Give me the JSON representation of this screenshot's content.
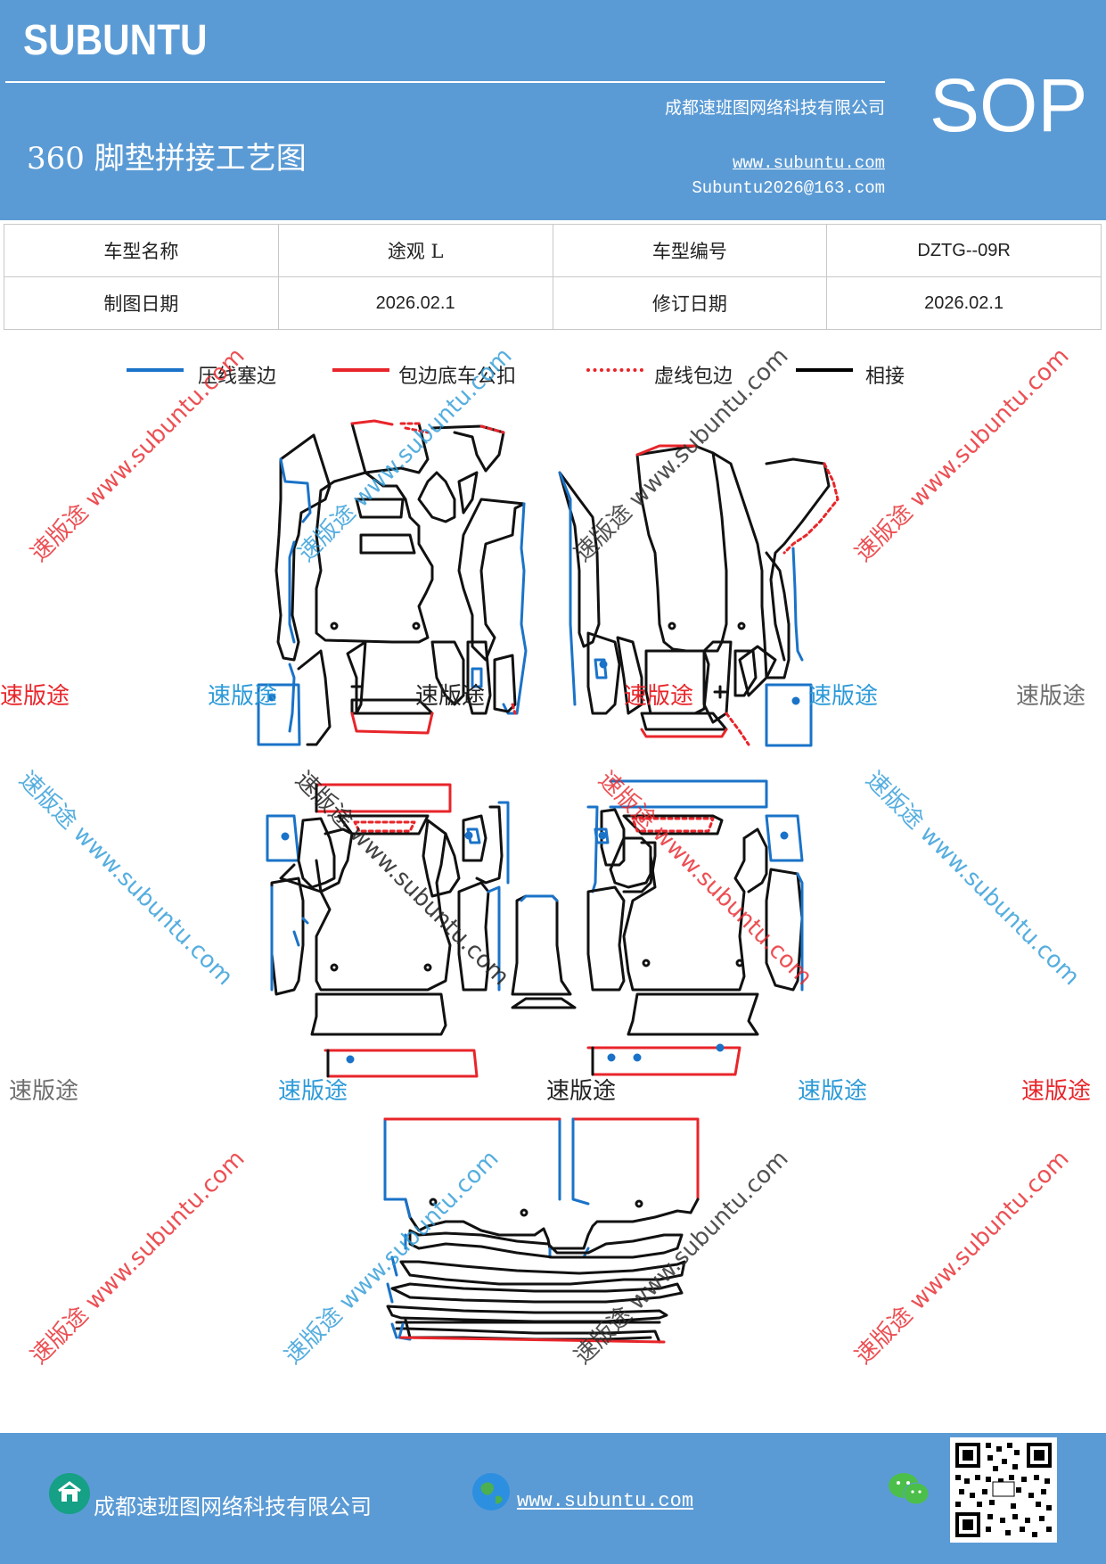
{
  "header": {
    "brand": "SUBUNTU",
    "sop": "SOP",
    "company": "成都速班图网络科技有限公司",
    "title": "360 脚垫拼接工艺图",
    "website": "www.subuntu.com",
    "email": "Subuntu2026@163.com"
  },
  "info_table": {
    "row1": [
      "车型名称",
      "途观 L",
      "车型编号",
      "DZTG--09R"
    ],
    "row2": [
      "制图日期",
      "2026.02.1",
      "修订日期",
      "2026.02.1"
    ]
  },
  "legend": [
    {
      "label": "压线塞边",
      "color": "#1a73c8",
      "style": "solid"
    },
    {
      "label": "包边底车公扣",
      "color": "#e8252a",
      "style": "solid"
    },
    {
      "label": "虚线包边",
      "color": "#e8252a",
      "style": "dotted"
    },
    {
      "label": "相接",
      "color": "#000000",
      "style": "solid"
    }
  ],
  "watermarks": {
    "brand_cn": "速版途",
    "diag": "速版途 www.subuntu.com",
    "url": "www.subuntu.com"
  },
  "footer": {
    "company": "成都速班图网络科技有限公司",
    "website": "www.subuntu.com"
  },
  "colors": {
    "header_bg": "#5b9bd5",
    "blue_line": "#1a73c8",
    "red_line": "#e8252a",
    "black_line": "#111111"
  }
}
